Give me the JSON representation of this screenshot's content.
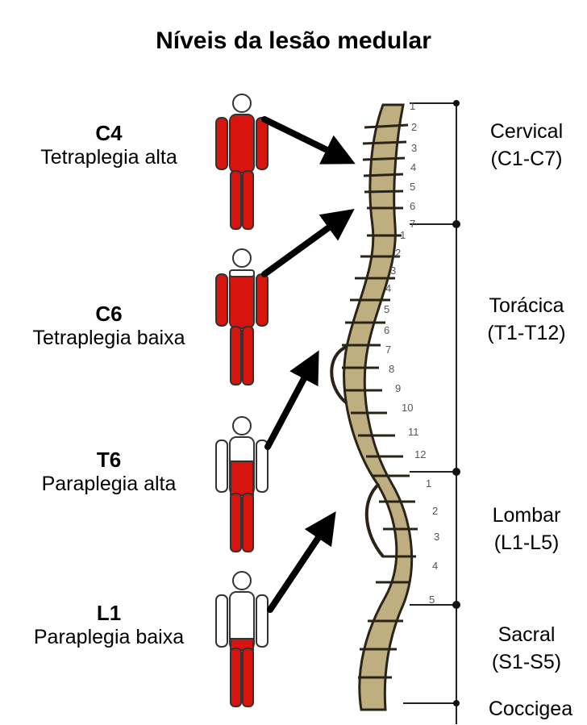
{
  "title": "Níveis da lesão medular",
  "levels": [
    {
      "code": "C4",
      "description": "Tetraplegia alta"
    },
    {
      "code": "C6",
      "description": "Tetraplegia baixa"
    },
    {
      "code": "T6",
      "description": "Paraplegia alta"
    },
    {
      "code": "L1",
      "description": "Paraplegia baixa"
    }
  ],
  "regions": [
    {
      "name": "Cervical",
      "range": "(C1-C7)"
    },
    {
      "name": "Torácica",
      "range": "(T1-T12)"
    },
    {
      "name": "Lombar",
      "range": "(L1-L5)"
    },
    {
      "name": "Sacral",
      "range": "(S1-S5)"
    },
    {
      "name": "Coccigea"
    }
  ],
  "vertebra_numbers": {
    "cervical": [
      "1",
      "2",
      "3",
      "4",
      "5",
      "6",
      "7"
    ],
    "thoracic": [
      "1",
      "2",
      "3",
      "4",
      "5",
      "6",
      "7",
      "8",
      "9",
      "10",
      "11",
      "12"
    ],
    "lumbar": [
      "1",
      "2",
      "3",
      "4",
      "5"
    ]
  },
  "colors": {
    "paralysis": "#d8140f",
    "bone": "#8a7a55",
    "bone_light": "#c9b98c",
    "arrow": "#000000"
  }
}
